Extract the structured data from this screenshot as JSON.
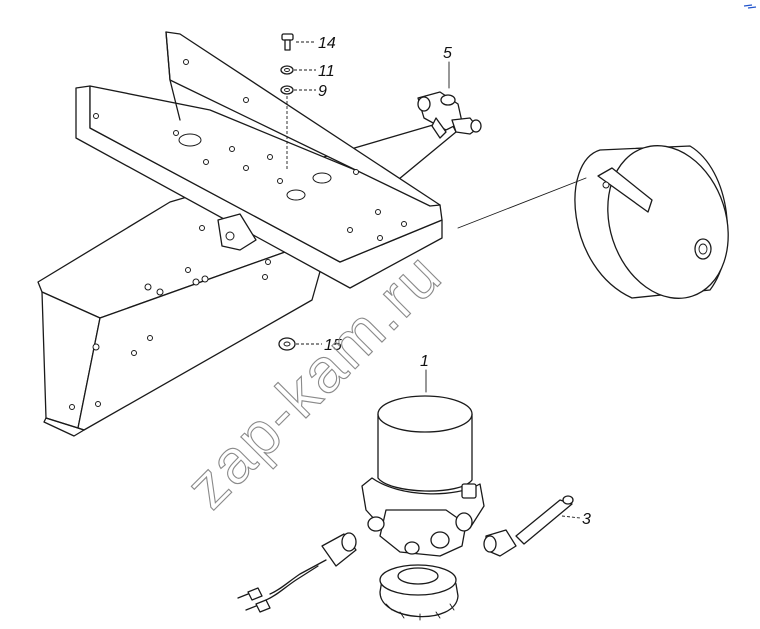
{
  "watermark": "zap-kam.ru",
  "callouts": [
    {
      "id": "14",
      "label": "14"
    },
    {
      "id": "11",
      "label": "11"
    },
    {
      "id": "9",
      "label": "9"
    },
    {
      "id": "5",
      "label": "5"
    },
    {
      "id": "15",
      "label": "15"
    },
    {
      "id": "1",
      "label": "1"
    },
    {
      "id": "3",
      "label": "3"
    }
  ],
  "colors": {
    "line": "#1a1a1a",
    "background": "#ffffff",
    "watermark": "#8a8a8a",
    "corner_mark": "#2255cc"
  }
}
